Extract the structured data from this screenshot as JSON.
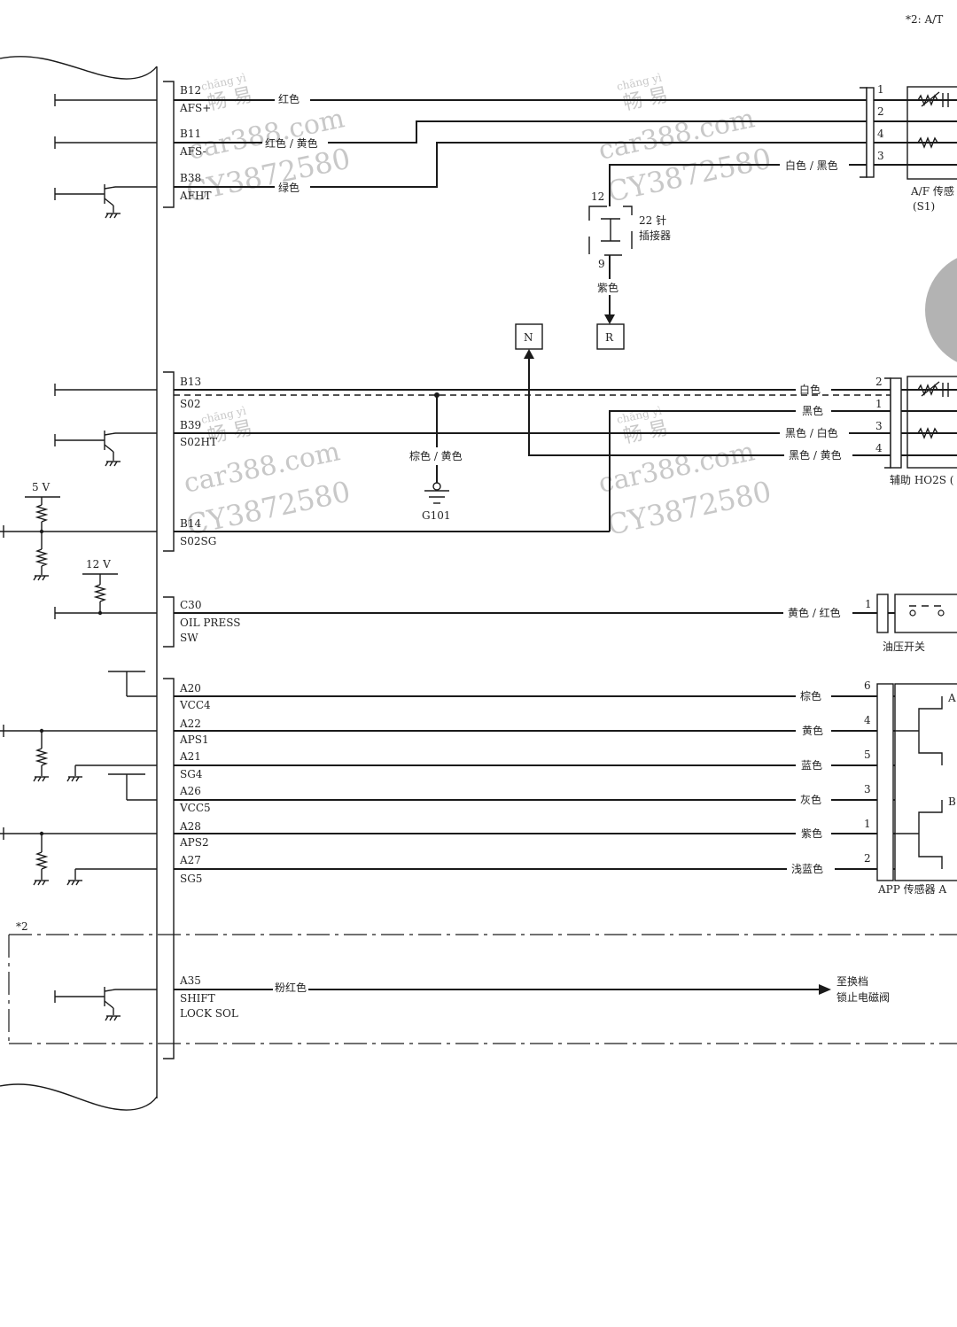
{
  "header_note": "*2: A/T",
  "star2_note": "*2",
  "ecm_pins": {
    "b12": "B12",
    "afs_plus": "AFS+",
    "b11": "B11",
    "afs_minus": "AFS-",
    "b38": "B38",
    "afht": "AFHT",
    "b13": "B13",
    "s02": "S02",
    "b39": "B39",
    "s02ht": "S02HT",
    "b14": "B14",
    "s02sg": "S02SG",
    "c30": "C30",
    "oil_press": "OIL PRESS",
    "sw": "SW",
    "a20": "A20",
    "vcc4": "VCC4",
    "a22": "A22",
    "aps1": "APS1",
    "a21": "A21",
    "sg4": "SG4",
    "a26": "A26",
    "vcc5": "VCC5",
    "a28": "A28",
    "aps2": "APS2",
    "a27": "A27",
    "sg5": "SG5",
    "a35": "A35",
    "shift": "SHIFT",
    "lock_sol": "LOCK SOL"
  },
  "wire_colors": {
    "red": "红色",
    "red_yellow": "红色 / 黄色",
    "green": "绿色",
    "white_black": "白色 / 黑色",
    "purple": "紫色",
    "white": "白色",
    "black": "黑色",
    "black_white": "黑色 / 白色",
    "black_yellow": "黑色 / 黄色",
    "brown_yellow": "棕色 / 黄色",
    "yellow_red": "黄色 / 红色",
    "brown": "棕色",
    "yellow": "黄色",
    "blue": "蓝色",
    "gray": "灰色",
    "purple2": "紫色",
    "light_blue": "浅蓝色",
    "pink": "粉红色"
  },
  "connector": {
    "pin_top": "12",
    "pin_bottom": "9",
    "name_line1": "22 针",
    "name_line2": "插接器",
    "box_n": "N",
    "box_r": "R"
  },
  "ground": "G101",
  "voltages": {
    "v5": "5 V",
    "v12": "12 V"
  },
  "components": {
    "af_sensor": "A/F 传感",
    "af_sensor_id": "(S1)",
    "aux_ho2s": "辅助 HO2S (",
    "oil_switch": "油压开关",
    "app_sensor": "APP 传感器 A",
    "app_a": "A",
    "app_b": "B",
    "shift_lock_1": "至换档",
    "shift_lock_2": "锁止电磁阀"
  },
  "pin_numbers": {
    "af": [
      "1",
      "2",
      "4",
      "3"
    ],
    "ho2s": [
      "2",
      "1",
      "3",
      "4"
    ],
    "oil": "1",
    "app": [
      "6",
      "4",
      "5",
      "3",
      "1",
      "2"
    ]
  },
  "watermarks": {
    "site": "car388.com",
    "phone": "CY3872580",
    "pinyin": "chāng  yì",
    "hanzi": "畅 易"
  },
  "colors": {
    "line": "#1a1a1a",
    "background": "#ffffff",
    "watermark": "#c8c8c8",
    "gray_disc": "#b3b3b3"
  }
}
